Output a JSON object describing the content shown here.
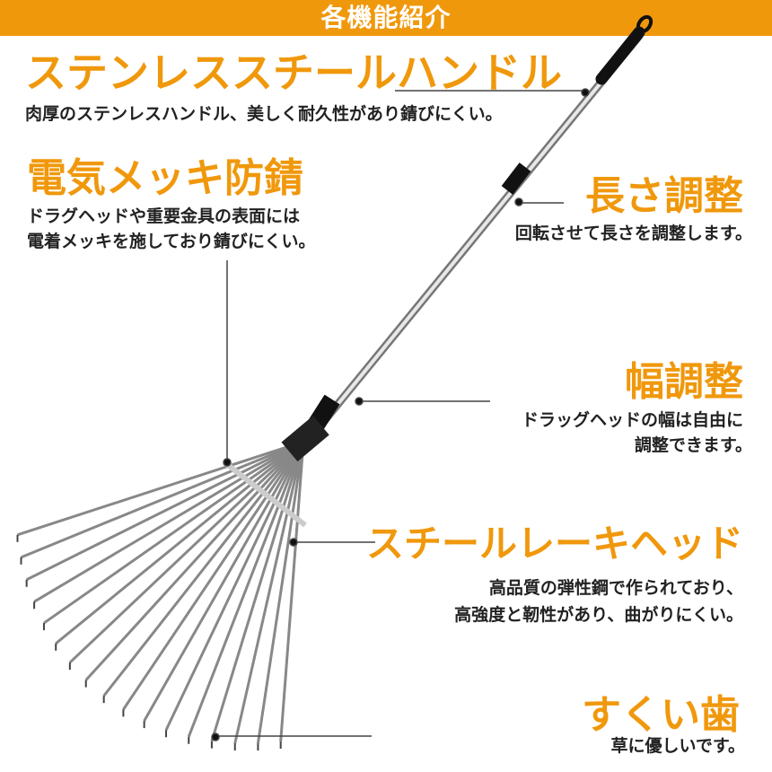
{
  "banner": {
    "title": "各機能紹介"
  },
  "features": [
    {
      "title": "ステンレススチールハンドル",
      "desc": [
        "肉厚のステンレスハンドル、美しく耐久性があり錆びにくい。"
      ]
    },
    {
      "title": "電気メッキ防錆",
      "desc": [
        "ドラグヘッドや重要金具の表面には",
        "電着メッキを施しており錆びにくい。"
      ]
    },
    {
      "title": "長さ調整",
      "desc": [
        "回転させて長さを調整します。"
      ]
    },
    {
      "title": "幅調整",
      "desc": [
        "ドラッグヘッドの幅は自由に",
        "調整できます。"
      ]
    },
    {
      "title": "スチールレーキヘッド",
      "desc": [
        "高品質の弾性鋼で作られており、",
        "高強度と靭性があり、曲がりにくい。"
      ]
    },
    {
      "title": "すくい歯",
      "desc": [
        "草に優しいです。"
      ]
    }
  ],
  "colors": {
    "accent": "#f0980c",
    "text": "#222222"
  }
}
